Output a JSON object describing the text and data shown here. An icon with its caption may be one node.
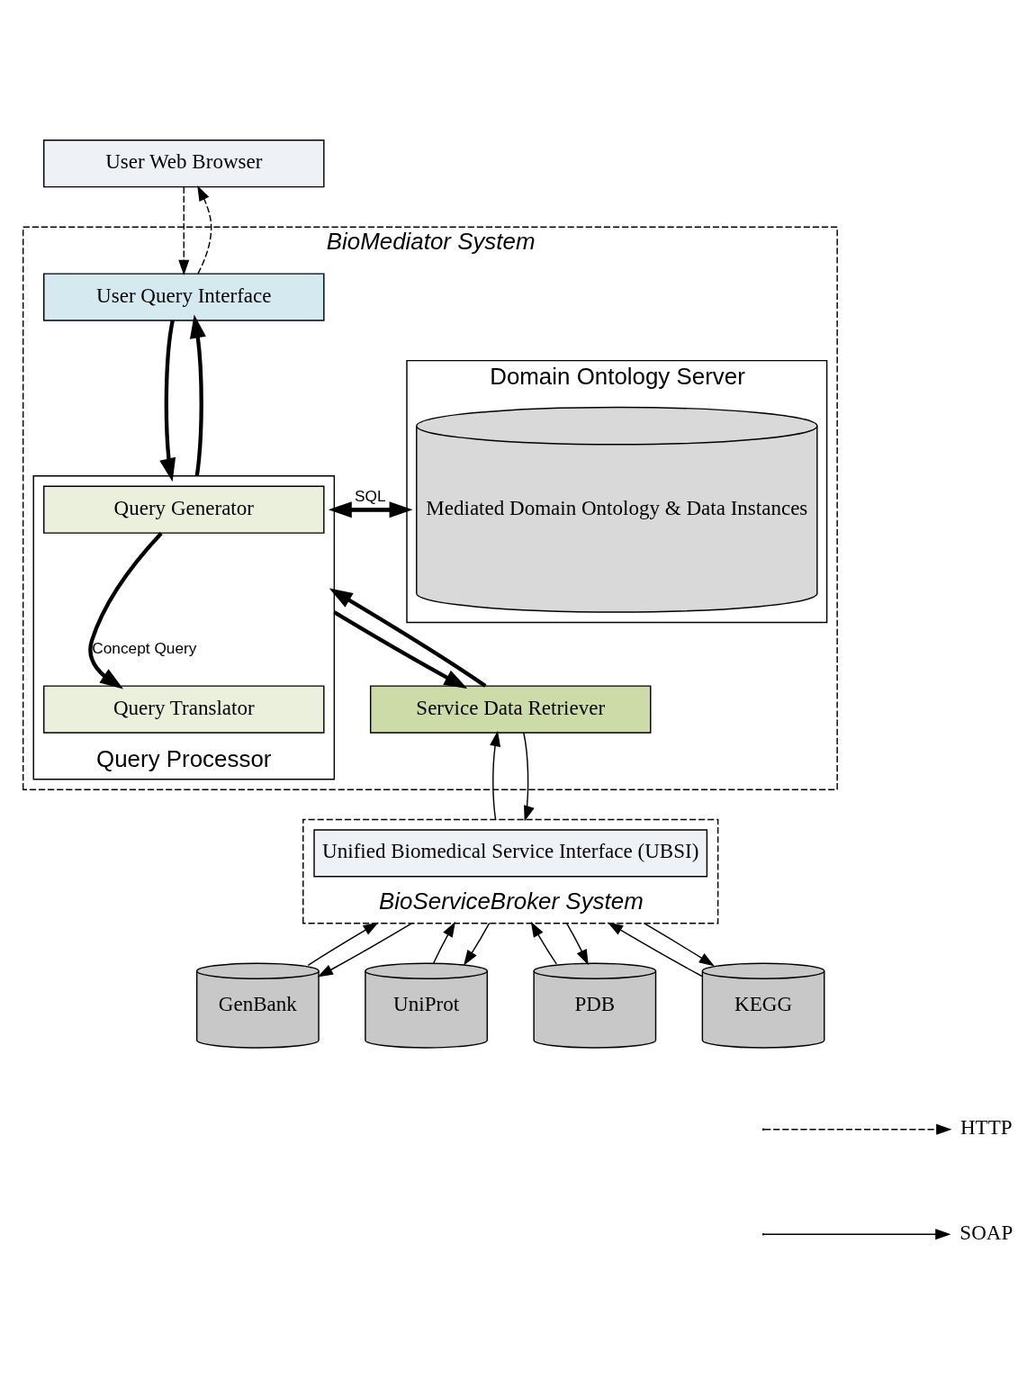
{
  "diagram": {
    "nodes": [
      {
        "text": [
          "User Web Browser"
        ]
      },
      {
        "text": [
          "BioMediator System"
        ]
      },
      {
        "text": [
          "Domain Ontology Server"
        ],
        "in": 1
      },
      {
        "text": [
          "Mediated Domain Ontology & Data Instances"
        ],
        "in": 2
      },
      {
        "text": [
          "User Query Interface"
        ],
        "in": 1
      },
      {
        "text": [
          "Query Processor"
        ],
        "in": 1
      },
      {
        "text": [
          "Query Generator"
        ],
        "in": 5
      },
      {
        "text": [
          "Query Translator"
        ],
        "in": 5
      },
      {
        "text": [
          "Service Data Retriever"
        ],
        "in": 1
      },
      {
        "text": [
          "BioServiceBroker System"
        ]
      },
      {
        "text": [
          "Unified Biomedical Service Interface (UBSI)"
        ],
        "in": 9
      },
      {
        "text": [
          "GenBank"
        ]
      },
      {
        "text": [
          "UniProt"
        ]
      },
      {
        "text": [
          "PDB"
        ]
      },
      {
        "text": [
          "KEGG"
        ]
      }
    ],
    "edges": [
      {
        "from": 4,
        "to": 0,
        "arrow": "to",
        "style": "dashed"
      },
      {
        "from": 0,
        "to": 4,
        "arrow": "to",
        "style": "dashed"
      },
      {
        "from": 4,
        "to": 5,
        "arrow": "to",
        "style": "thick"
      },
      {
        "from": 5,
        "to": 4,
        "arrow": "to",
        "style": "thick"
      },
      {
        "from": 2,
        "to": 5,
        "arrow": "to",
        "style": "thick"
      },
      {
        "from": 5,
        "to": 2,
        "arrow": "to",
        "style": "thick",
        "label": "SQL"
      },
      {
        "from": 6,
        "to": 7,
        "arrow": "to",
        "style": "thick",
        "label": "Concept Query"
      },
      {
        "from": 5,
        "to": 8,
        "arrow": "to",
        "style": "thick"
      },
      {
        "from": 8,
        "to": 5,
        "arrow": "to",
        "style": "thick"
      },
      {
        "from": 9,
        "to": 8,
        "arrow": "to"
      },
      {
        "from": 8,
        "to": 9,
        "arrow": "to"
      },
      {
        "from": 11,
        "to": 9,
        "arrow": "to"
      },
      {
        "from": 9,
        "to": 11,
        "arrow": "to"
      },
      {
        "from": 12,
        "to": 9,
        "arrow": "to"
      },
      {
        "from": 9,
        "to": 12,
        "arrow": "to"
      },
      {
        "from": 13,
        "to": 9,
        "arrow": "to"
      },
      {
        "from": 9,
        "to": 13,
        "arrow": "to"
      },
      {
        "from": 14,
        "to": 9,
        "arrow": "to"
      },
      {
        "from": 9,
        "to": 14,
        "arrow": "to"
      }
    ],
    "legend": [
      {
        "text": "HTTP"
      },
      {
        "text": "SOAP"
      }
    ]
  }
}
